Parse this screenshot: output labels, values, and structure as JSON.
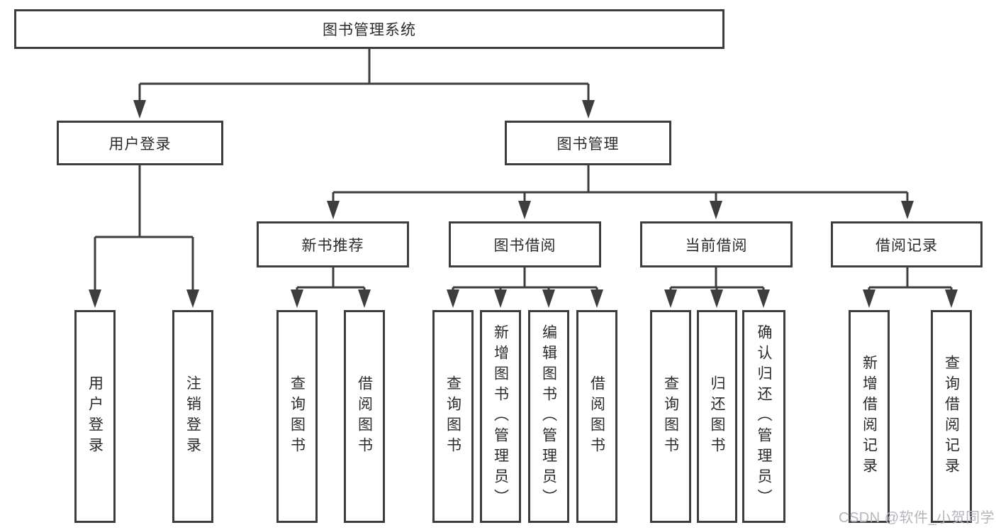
{
  "diagram": {
    "type": "hierarchy-tree",
    "colors": {
      "line": "#3d3d3d",
      "node_border": "#3d3d3d",
      "text": "#2b2b2b",
      "background": "#ffffff",
      "watermark": "#b3b6bb"
    },
    "watermark": "CSDN @软件_小贺同学"
  },
  "nodes": {
    "root": "图书管理系统",
    "user_login": "用户登录",
    "book_manage": "图书管理",
    "new_book": "新书推荐",
    "book_borrow": "图书借阅",
    "current_borrow": "当前借阅",
    "borrow_record": "借阅记录",
    "ul_login": "用户登录",
    "ul_logout": "注销登录",
    "nb_query": "查询图书",
    "nb_borrow": "借阅图书",
    "bb_query": "查询图书",
    "bb_add": "新增图书（管理员）",
    "bb_edit": "编辑图书（管理员）",
    "bb_borrow": "借阅图书",
    "cb_query": "查询图书",
    "cb_return": "归还图书",
    "cb_confirm": "确认归还（管理员）",
    "br_add": "新增借阅记录",
    "br_query": "查询借阅记录"
  }
}
